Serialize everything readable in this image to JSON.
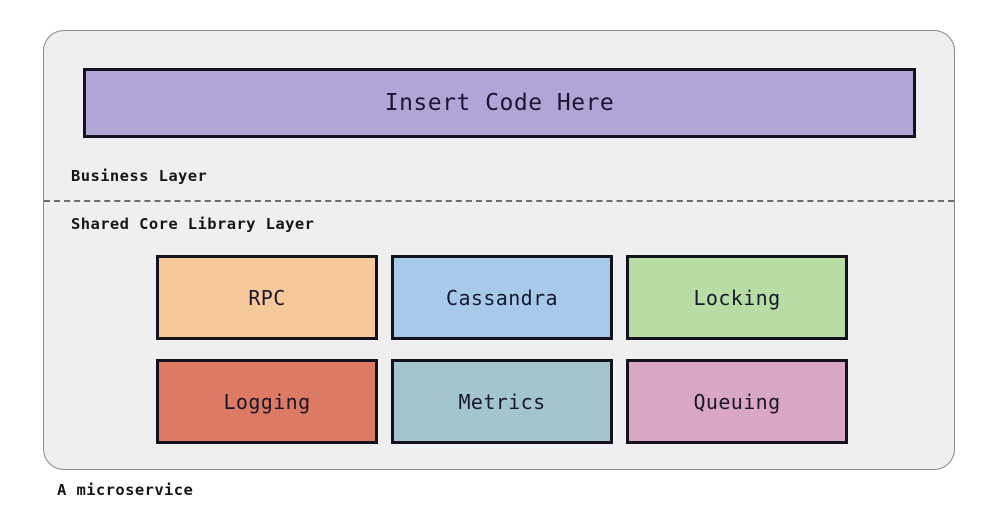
{
  "diagram": {
    "caption": "A microservice",
    "container": {
      "fill": "#f0efef",
      "border_color": "#8a8a8a"
    },
    "business_layer": {
      "label": "Business Layer",
      "code_box": {
        "text": "Insert Code Here",
        "fill": "#b1a5d8",
        "border_color": "#14121f"
      }
    },
    "divider": {
      "style": "dashed",
      "color": "#6d6d6d"
    },
    "shared_core_library_layer": {
      "label": "Shared Core Library Layer",
      "boxes": [
        {
          "label": "RPC",
          "fill": "#f6c99a",
          "border_color": "#14121f"
        },
        {
          "label": "Cassandra",
          "fill": "#a7c9ea",
          "border_color": "#14121f"
        },
        {
          "label": "Locking",
          "fill": "#b7dda4",
          "border_color": "#14121f"
        },
        {
          "label": "Logging",
          "fill": "#dd7a63",
          "border_color": "#14121f"
        },
        {
          "label": "Metrics",
          "fill": "#a3c6ce",
          "border_color": "#14121f"
        },
        {
          "label": "Queuing",
          "fill": "#d9a6c4",
          "border_color": "#14121f"
        }
      ]
    }
  }
}
